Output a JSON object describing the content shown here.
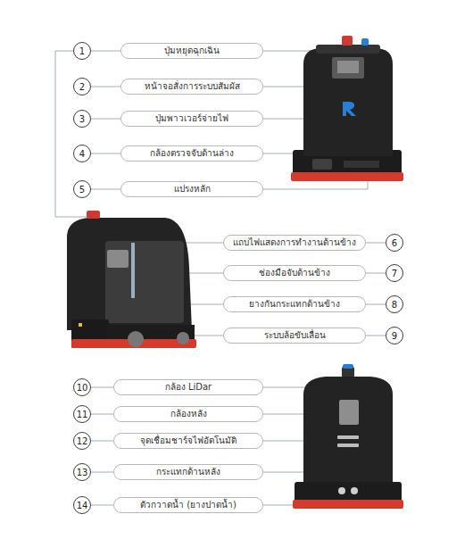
{
  "diagram": {
    "nodes": [
      {
        "text": [
          "1"
        ]
      },
      {
        "text": [
          "ปุ่มหยุดฉุกเฉิน"
        ]
      },
      {
        "text": [
          "2"
        ]
      },
      {
        "text": [
          "หน้าจอสั่งการระบบสัมผัส"
        ]
      },
      {
        "text": [
          "3"
        ]
      },
      {
        "text": [
          "ปุ่มพาวเวอร์จ่ายไฟ"
        ]
      },
      {
        "text": [
          "4"
        ]
      },
      {
        "text": [
          "กล้องตรวจจับด้านล่าง"
        ]
      },
      {
        "text": [
          "5"
        ]
      },
      {
        "text": [
          "แปรงหลัก"
        ]
      },
      {
        "text": [
          "6"
        ]
      },
      {
        "text": [
          "แถบไฟแสดงการทำงานด้านข้าง"
        ]
      },
      {
        "text": [
          "7"
        ]
      },
      {
        "text": [
          "ช่องมือจับด้านข้าง"
        ]
      },
      {
        "text": [
          "8"
        ]
      },
      {
        "text": [
          "ยางกันกระแทกด้านข้าง"
        ]
      },
      {
        "text": [
          "9"
        ]
      },
      {
        "text": [
          "ระบบล้อขับเลื่อน"
        ]
      },
      {
        "text": [
          "10"
        ]
      },
      {
        "text": [
          "กล้อง LiDar"
        ]
      },
      {
        "text": [
          "11"
        ]
      },
      {
        "text": [
          "กล้องหลัง"
        ]
      },
      {
        "text": [
          "12"
        ]
      },
      {
        "text": [
          "จุดเชื่อมชาร์จไฟอัตโนมัติ"
        ]
      },
      {
        "text": [
          "13"
        ]
      },
      {
        "text": [
          "กระแทกด้านหลัง"
        ]
      },
      {
        "text": [
          "14"
        ]
      },
      {
        "text": [
          "ตัวกวาดน้ำ (ยางปาดน้ำ)"
        ]
      }
    ],
    "edges": [
      {
        "from": 0,
        "to": 1,
        "arrow": "none"
      },
      {
        "from": 2,
        "to": 3,
        "arrow": "none"
      },
      {
        "from": 4,
        "to": 5,
        "arrow": "none"
      },
      {
        "from": 6,
        "to": 7,
        "arrow": "none"
      },
      {
        "from": 8,
        "to": 9,
        "arrow": "none"
      },
      {
        "from": 10,
        "to": 11,
        "arrow": "none"
      },
      {
        "from": 12,
        "to": 13,
        "arrow": "none"
      },
      {
        "from": 14,
        "to": 15,
        "arrow": "none"
      },
      {
        "from": 16,
        "to": 17,
        "arrow": "none"
      },
      {
        "from": 18,
        "to": 19,
        "arrow": "none"
      },
      {
        "from": 20,
        "to": 21,
        "arrow": "none"
      },
      {
        "from": 22,
        "to": 23,
        "arrow": "none"
      },
      {
        "from": 24,
        "to": 25,
        "arrow": "none"
      },
      {
        "from": 26,
        "to": 27,
        "arrow": "none"
      }
    ]
  }
}
